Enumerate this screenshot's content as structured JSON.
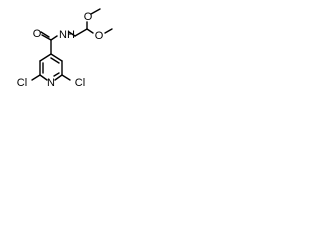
{
  "molecule": {
    "atoms": {
      "o_carbonyl": "O",
      "n_amide": "N",
      "h_amide": "H",
      "o_methoxy_top": "O",
      "o_methoxy_right": "O",
      "n_pyridine": "N",
      "cl_left": "Cl",
      "cl_right": "Cl"
    },
    "colors": {
      "bond": "#000000",
      "label": "#000000",
      "background": "#ffffff"
    }
  }
}
